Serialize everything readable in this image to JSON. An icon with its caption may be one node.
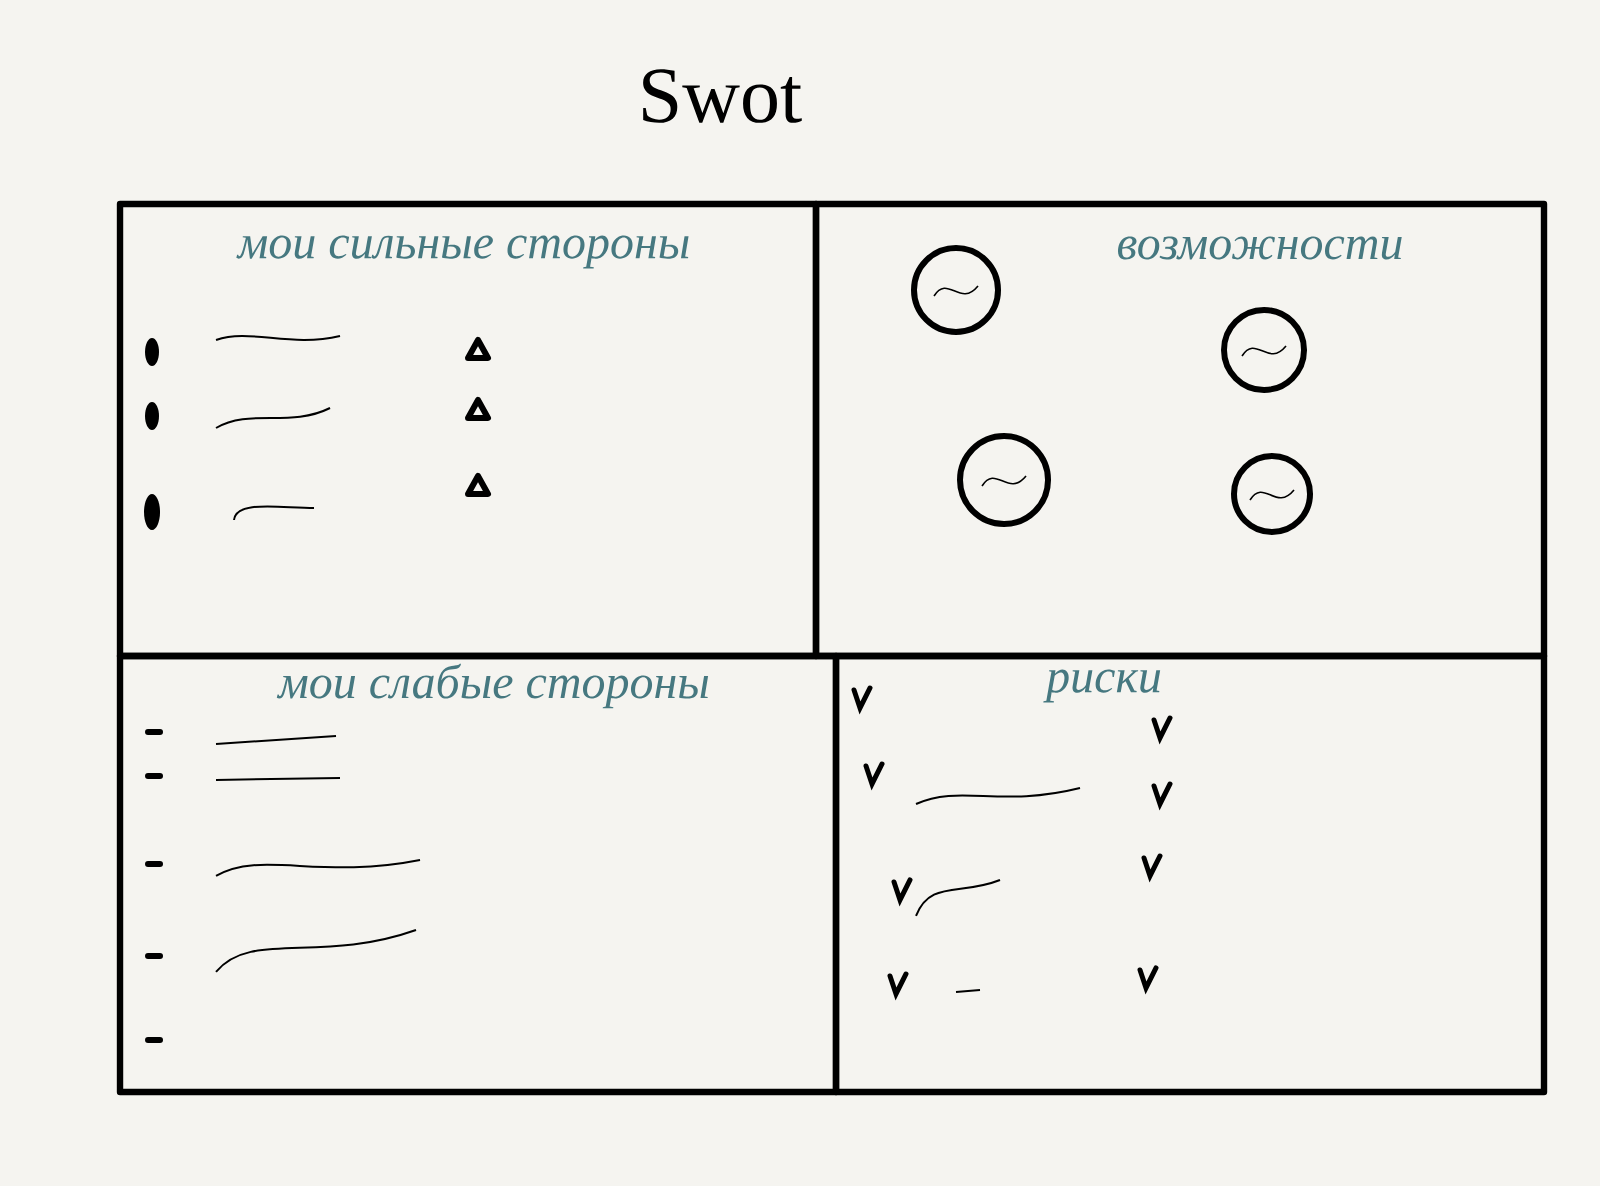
{
  "diagram": {
    "title": "Swot",
    "nodes": [
      {
        "text": [
          "мои сильные стороны"
        ]
      },
      {
        "text": [
          "возможности"
        ]
      },
      {
        "text": [
          "мои слабые стороны"
        ]
      },
      {
        "text": [
          "риски"
        ]
      }
    ]
  }
}
